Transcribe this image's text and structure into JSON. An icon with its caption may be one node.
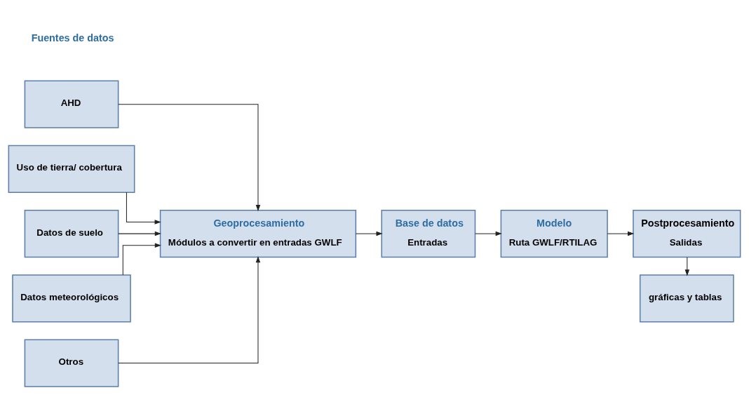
{
  "diagram": {
    "nodes": [
      {
        "text": [
          "AHD"
        ]
      },
      {
        "text": [
          "Uso de tierra/ cobertura"
        ]
      },
      {
        "text": [
          "Datos de suelo"
        ]
      },
      {
        "text": [
          "Datos meteorológicos"
        ]
      },
      {
        "text": [
          "Otros"
        ]
      },
      {
        "text": [
          "Geoprocesamiento",
          "Módulos a convertir en entradas GWLF"
        ]
      },
      {
        "text": [
          "Base de datos",
          "Entradas"
        ]
      },
      {
        "text": [
          "Modelo",
          "Ruta GWLF/RTILAG"
        ]
      },
      {
        "text": [
          "Postprocesamiento",
          "Salidas"
        ]
      },
      {
        "text": [
          "gráficas y tablas"
        ]
      }
    ],
    "edges": [
      {
        "from": 0,
        "to": 5,
        "arrow": "to"
      },
      {
        "from": 1,
        "to": 5,
        "arrow": "to"
      },
      {
        "from": 2,
        "to": 5,
        "arrow": "to"
      },
      {
        "from": 3,
        "to": 5,
        "arrow": "to"
      },
      {
        "from": 4,
        "to": 5,
        "arrow": "to"
      },
      {
        "from": 5,
        "to": 6,
        "arrow": "to"
      },
      {
        "from": 6,
        "to": 7,
        "arrow": "to"
      },
      {
        "from": 7,
        "to": 8,
        "arrow": "to"
      },
      {
        "from": 8,
        "to": 9,
        "arrow": "to"
      }
    ],
    "labels": [
      "Fuentes de datos"
    ]
  }
}
